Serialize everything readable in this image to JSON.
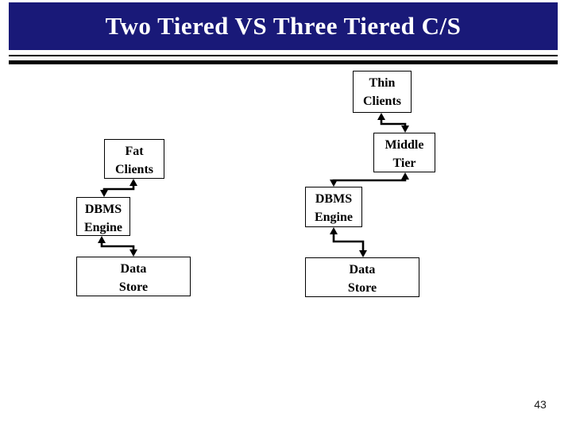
{
  "slide": {
    "title": "Two Tiered VS Three Tiered C/S",
    "page_number": "43",
    "colors": {
      "title_background": "#191978",
      "title_text": "#FFFFFF",
      "divider": "#000000",
      "box_border": "#000000",
      "box_text": "#000000",
      "background": "#FFFFFF"
    }
  },
  "diagram": {
    "three_tier": {
      "thin_clients": {
        "line1": "Thin",
        "line2": "Clients"
      },
      "middle_tier": {
        "line1": "Middle",
        "line2": "Tier"
      },
      "dbms_engine": {
        "line1": "DBMS",
        "line2": "Engine"
      },
      "data_store": {
        "line1": "Data",
        "line2": "Store"
      }
    },
    "two_tier": {
      "fat_clients": {
        "line1": "Fat",
        "line2": "Clients"
      },
      "dbms_engine": {
        "line1": "DBMS",
        "line2": "Engine"
      },
      "data_store": {
        "line1": "Data",
        "line2": "Store"
      }
    }
  }
}
